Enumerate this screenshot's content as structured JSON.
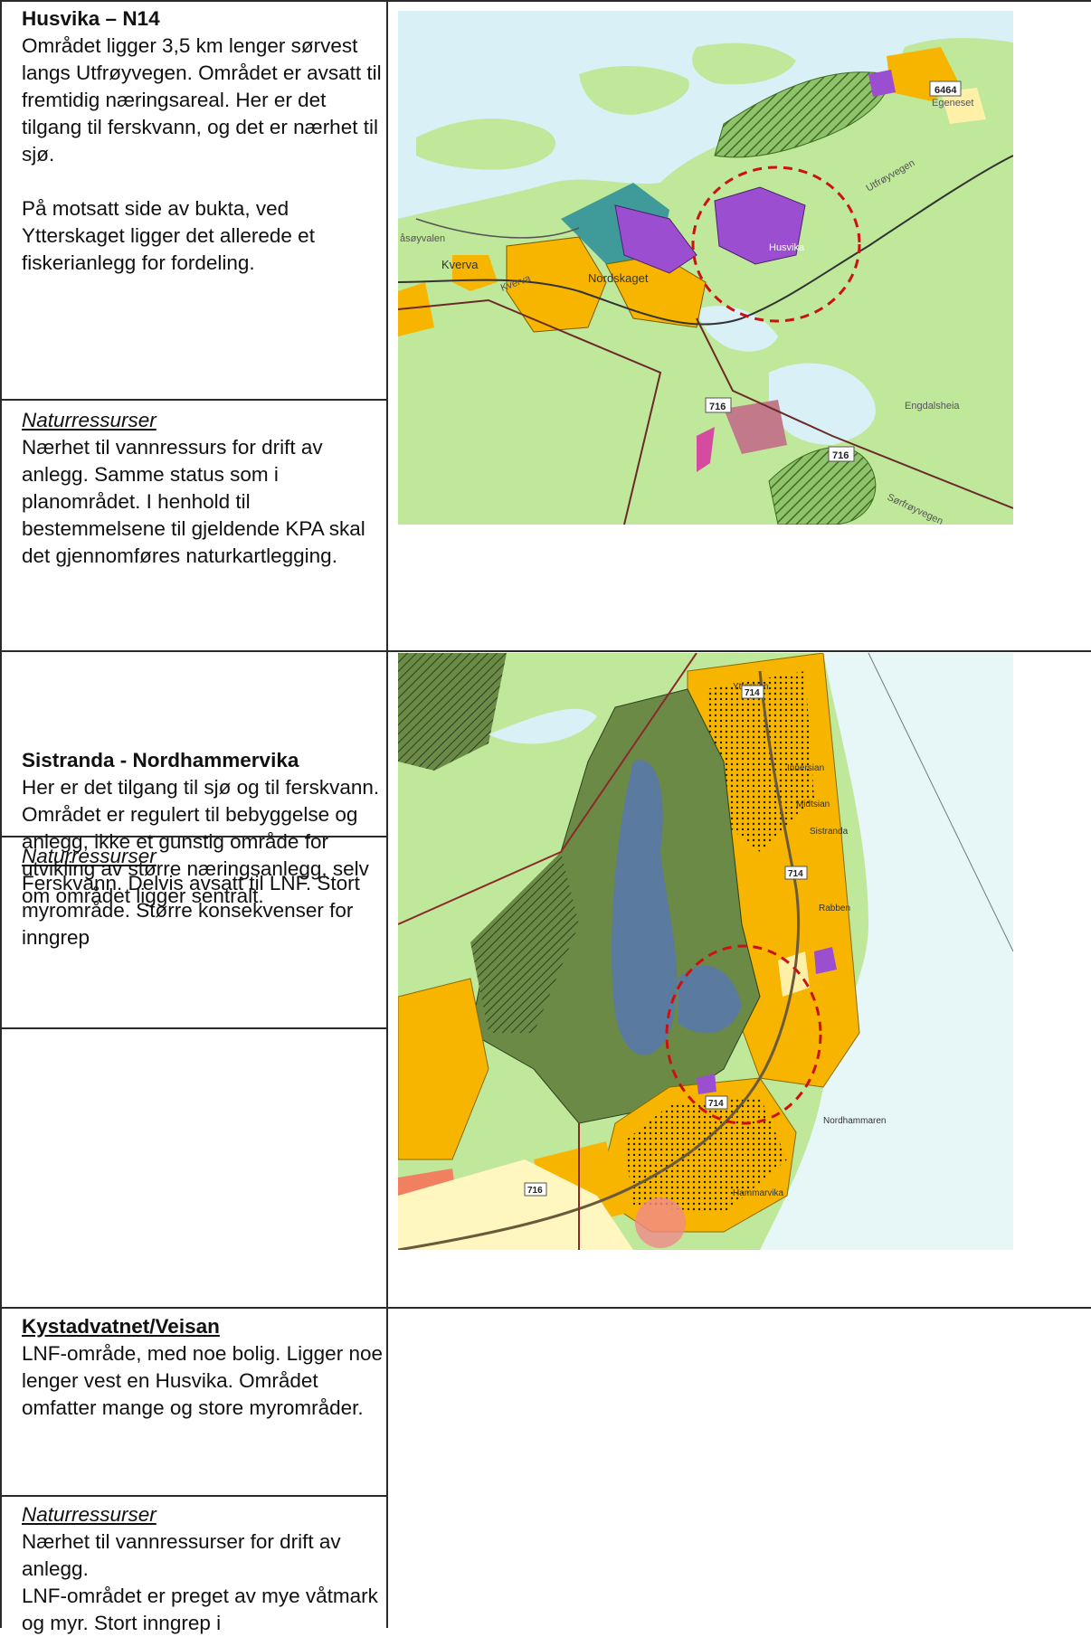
{
  "rows": [
    {
      "title": "Husvika – N14",
      "paragraphs": [
        "Området ligger 3,5 km lenger sørvest langs Utfrøyvegen. Området er avsatt til fremtidig næringsareal. Her er det tilgang til ferskvann, og det er nærhet til sjø.",
        "På motsatt side av bukta, ved Ytterskaget ligger det allerede et fiskerianlegg for fordeling."
      ],
      "section_heading": "Naturressurser",
      "section_text": "Nærhet til vannressurs for drift av anlegg. Samme status som i planområdet. I henhold til bestemmelsene til gjeldende KPA skal det gjennomføres naturkartlegging."
    },
    {
      "title": "Sistranda - Nordhammervika",
      "paragraphs": [
        "Her er det tilgang til sjø og til ferskvann. Området er regulert til bebyggelse og anlegg, ikke et gunstig område for utvikling av større næringsanlegg, selv om området ligger sentralt."
      ],
      "section_heading": "Naturressurser",
      "section_text": "Ferskvann. Delvis avsatt til LNF. Stort myrområde. Større konsekvenser for inngrep"
    },
    {
      "title": "Kystadvatnet/Veisan",
      "paragraphs": [
        "LNF-område, med noe bolig. Ligger noe lenger vest en Husvika. Området omfatter mange og store myrområder."
      ],
      "section_heading": "Naturressurser",
      "section_text_1": "Nærhet til vannressurser for drift av anlegg.",
      "section_text_2": "LNF-området er preget av mye våtmark og myr. Stort inngrep i"
    }
  ],
  "map1": {
    "labels": {
      "kverva": "Kverva",
      "kverva_road": "Kverva",
      "nordskaget": "Nordskaget",
      "husvika": "Husvika",
      "egeneset": "Egeneset",
      "engdalsheia": "Engdalsheia",
      "asoyvalen": "åsøyvalen",
      "utfroyvegen": "Utfrøyvegen",
      "sorfroyvegen": "Sørfrøyvegen",
      "road_6464": "6464",
      "road_716a": "716",
      "road_716b": "716"
    }
  },
  "map2": {
    "labels": {
      "yttersian": "Yttersian",
      "innersian": "Innersian",
      "midtsian": "Midtsian",
      "sistranda": "Sistranda",
      "rabben": "Rabben",
      "nordhammaren": "Nordhammaren",
      "hammarvika": "Hammarvika",
      "road_714a": "714",
      "road_714b": "714",
      "road_714c": "714",
      "road_716": "716"
    }
  },
  "colors": {
    "sea": "#d9f1f6",
    "land": "#bfe89a",
    "orange": "#f7b500",
    "purple": "#9b4fd0",
    "teal": "#3f9a9a",
    "circle": "#cc1111"
  }
}
